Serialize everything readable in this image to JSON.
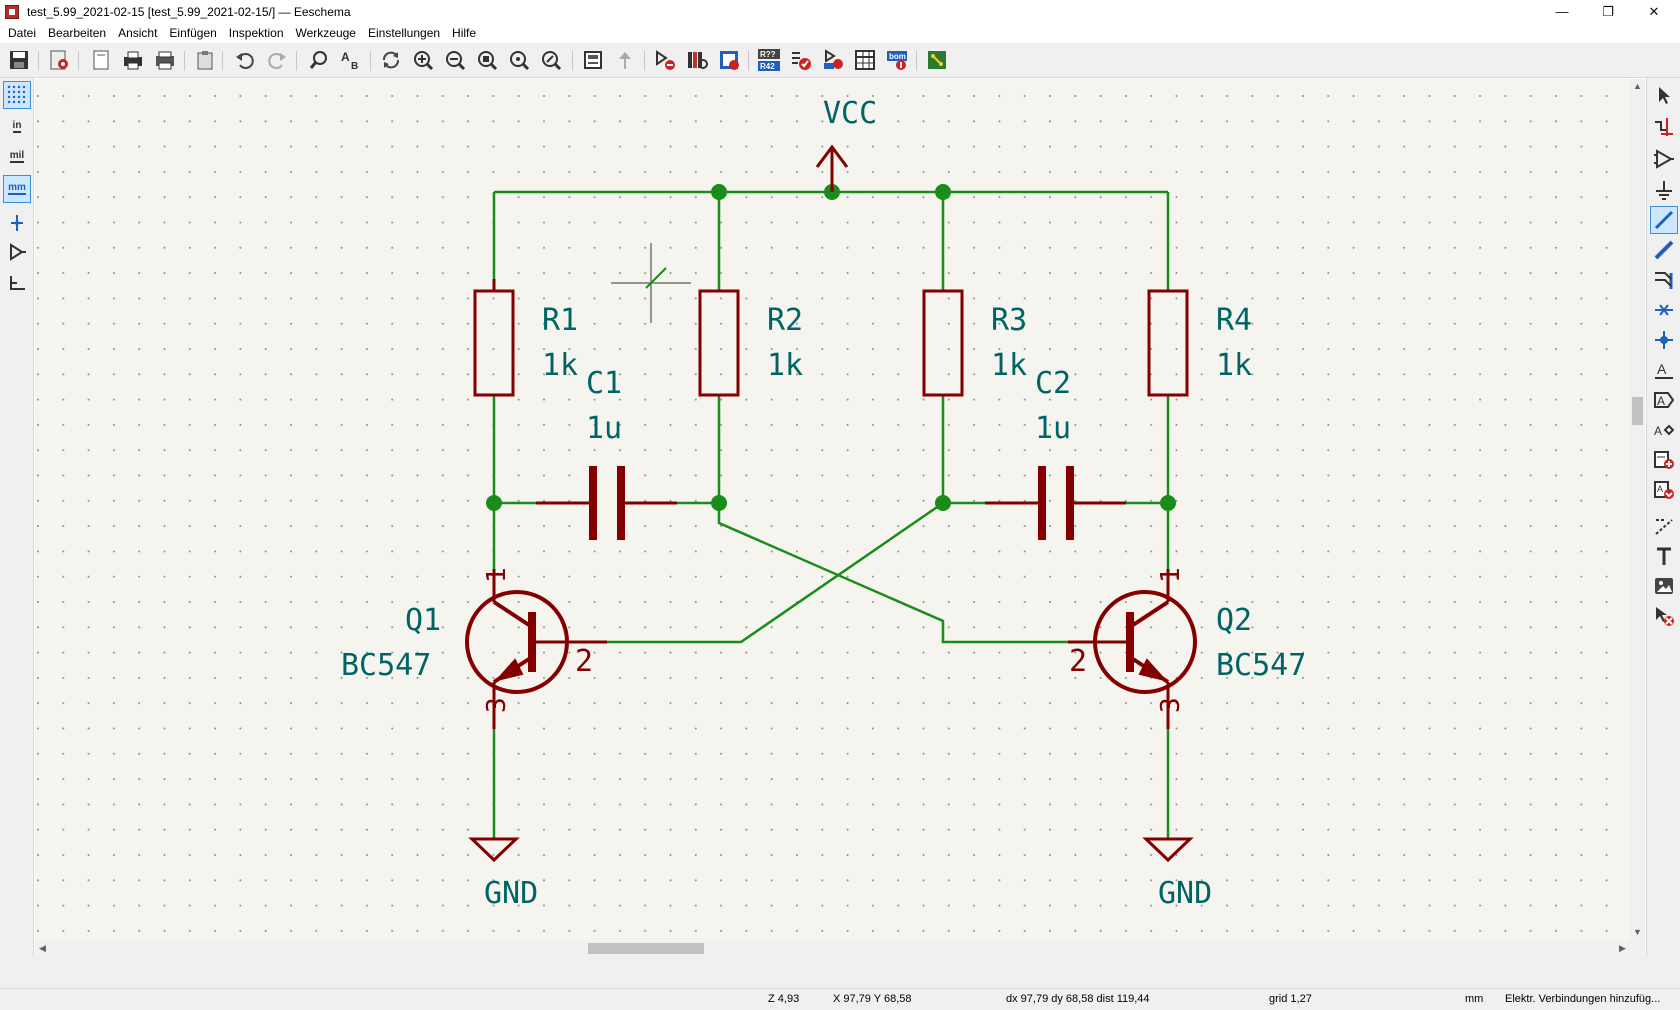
{
  "window": {
    "title": "test_5.99_2021-02-15 [test_5.99_2021-02-15/] — Eeschema",
    "minimize_glyph": "—",
    "restore_glyph": "❐",
    "close_glyph": "✕"
  },
  "menu": {
    "items": [
      "Datei",
      "Bearbeiten",
      "Ansicht",
      "Einfügen",
      "Inspektion",
      "Werkzeuge",
      "Einstellungen",
      "Hilfe"
    ]
  },
  "toolbar": {
    "icons": [
      "save-icon",
      "schematic-setup-icon",
      "page-settings-icon",
      "print-icon",
      "plot-icon",
      "paste-icon",
      "undo-icon",
      "redo-icon",
      "find-icon",
      "find-replace-icon",
      "refresh-icon",
      "zoom-in-icon",
      "zoom-out-icon",
      "zoom-fit-icon",
      "zoom-objects-icon",
      "zoom-selection-icon",
      "hierarchy-navigator-icon",
      "leave-sheet-icon",
      "symbol-editor-icon",
      "symbol-library-browser-icon",
      "footprint-assignment-icon",
      "annotate-icon",
      "erc-icon",
      "netlist-icon",
      "fields-editor-icon",
      "bom-icon",
      "pcb-editor-icon"
    ],
    "annotate_badge": "R?? R42",
    "bom_badge": "bom"
  },
  "left_toolbar": {
    "units_in": "in",
    "units_mil": "mil",
    "units_mm": "mm"
  },
  "right_toolbar": {
    "icons": [
      "select-icon",
      "highlight-net-icon",
      "add-symbol-icon",
      "add-power-icon",
      "add-wire-icon",
      "add-bus-icon",
      "add-bus-entry-icon",
      "no-connect-icon",
      "add-junction-icon",
      "add-label-icon",
      "add-global-label-icon",
      "add-hier-label-icon",
      "add-sheet-icon",
      "import-sheet-pin-icon",
      "add-graphic-line-icon",
      "add-text-icon",
      "add-image-icon",
      "delete-icon"
    ]
  },
  "schematic": {
    "vcc_label": "VCC",
    "gnd1_label": "GND",
    "gnd2_label": "GND",
    "r1_ref": "R1",
    "r1_val": "1k",
    "r2_ref": "R2",
    "r2_val": "1k",
    "r3_ref": "R3",
    "r3_val": "1k",
    "r4_ref": "R4",
    "r4_val": "1k",
    "c1_ref": "C1",
    "c1_val": "1u",
    "c2_ref": "C2",
    "c2_val": "1u",
    "q1_ref": "Q1",
    "q1_val": "BC547",
    "q2_ref": "Q2",
    "q2_val": "BC547",
    "pin1": "1",
    "pin2": "2",
    "pin3": "3",
    "colors": {
      "wire": "#1a8c1a",
      "component": "#840000",
      "text": "#006464",
      "background": "#f5f4ef",
      "grid_dot": "#8c8c8c"
    }
  },
  "status": {
    "zoom": "Z 4,93",
    "xy": "X 97,79  Y 68,58",
    "delta": "dx 97,79  dy 68,58  dist 119,44",
    "grid": "grid 1,27",
    "units": "mm",
    "mode": "Elektr. Verbindungen hinzufüg..."
  }
}
